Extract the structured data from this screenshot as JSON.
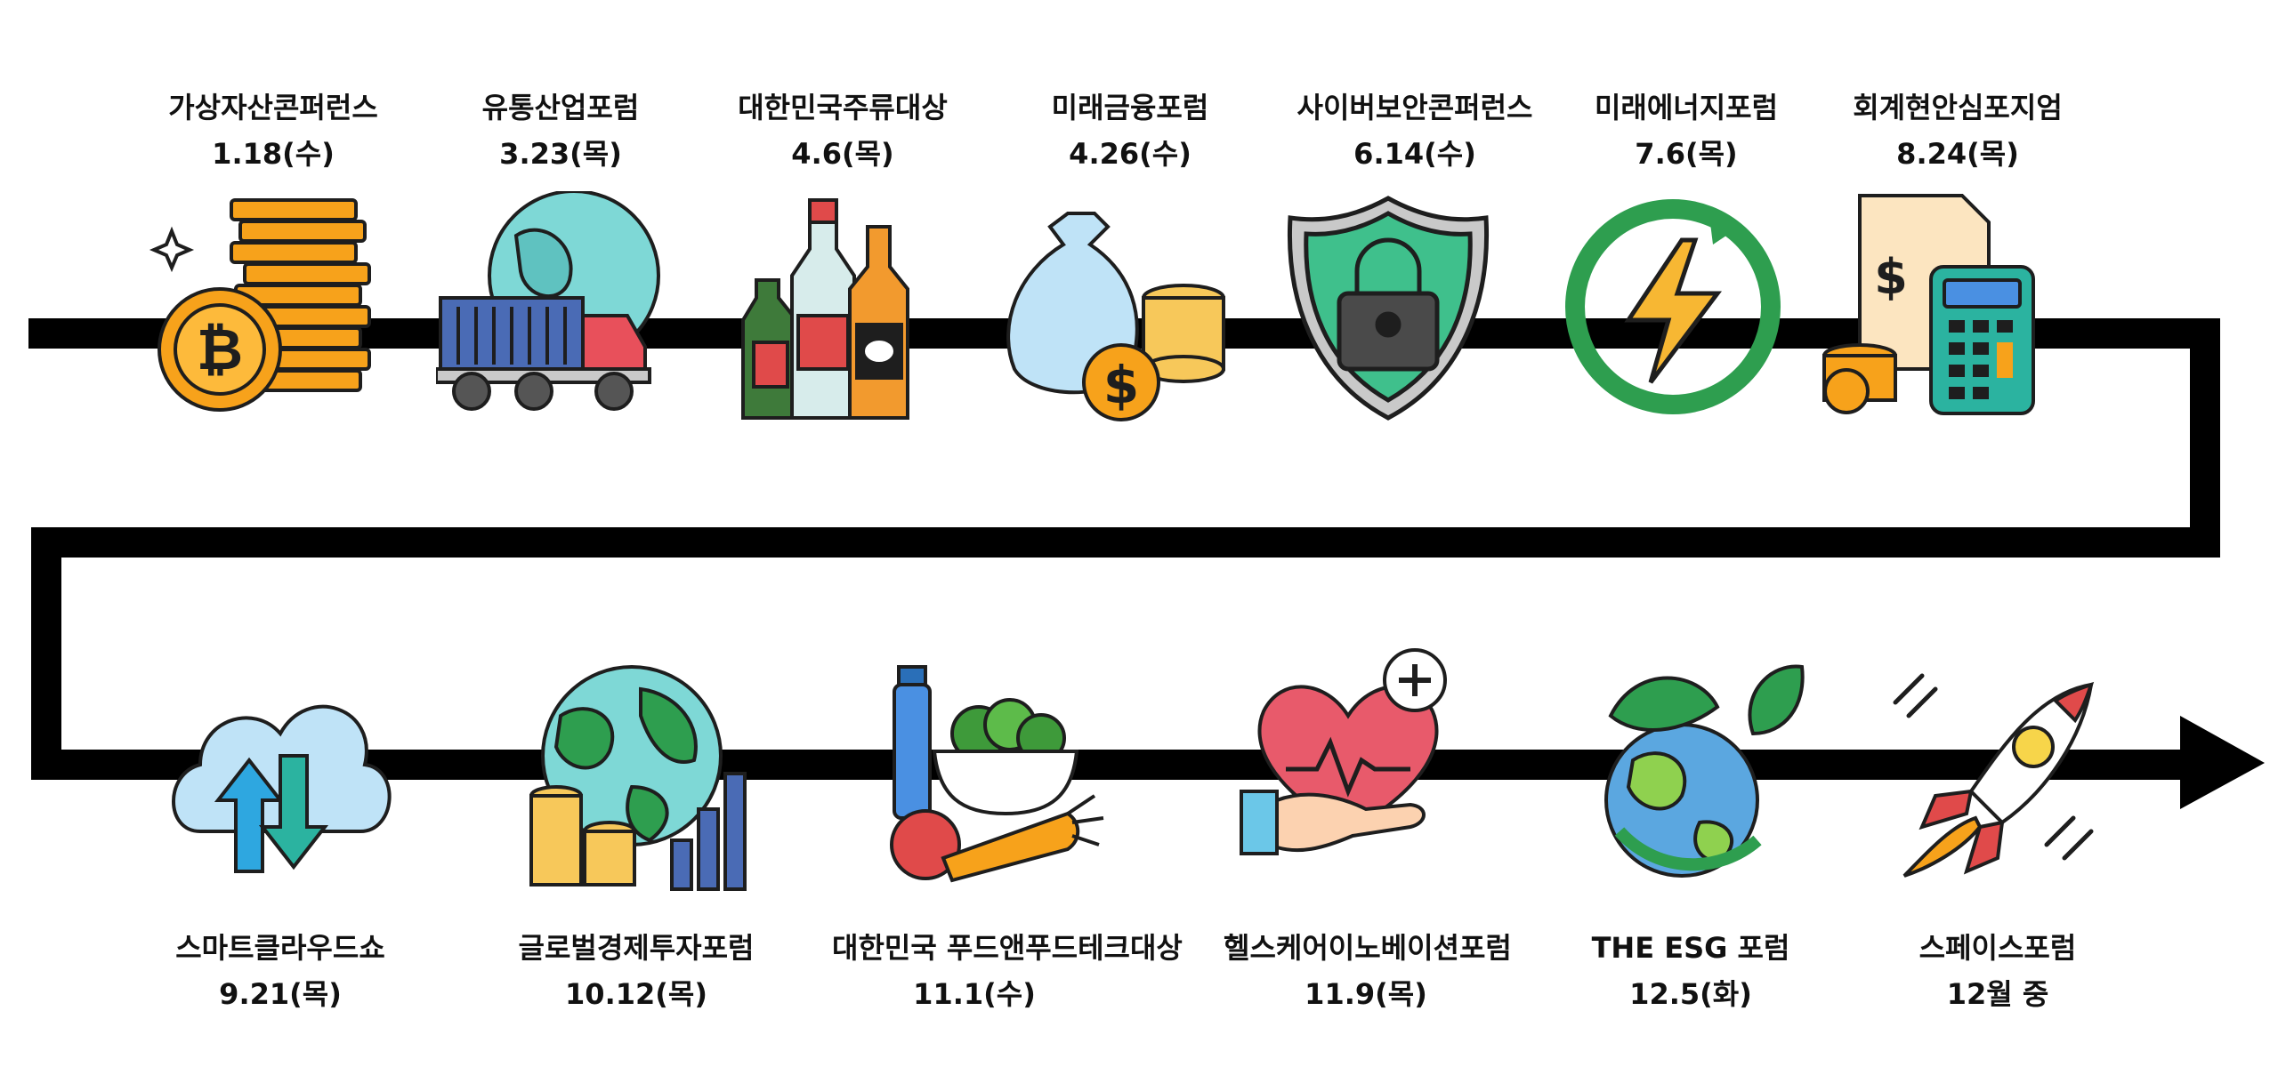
{
  "timeline": {
    "events_row1": [
      {
        "title": "가상자산콘퍼런스",
        "date": "1.18(수)",
        "icon": "bitcoin-coins-icon"
      },
      {
        "title": "유통산업포럼",
        "date": "3.23(목)",
        "icon": "truck-globe-icon"
      },
      {
        "title": "대한민국주류대상",
        "date": "4.6(목)",
        "icon": "liquor-bottles-icon"
      },
      {
        "title": "미래금융포럼",
        "date": "4.26(수)",
        "icon": "money-bag-icon"
      },
      {
        "title": "사이버보안콘퍼런스",
        "date": "6.14(수)",
        "icon": "shield-lock-icon"
      },
      {
        "title": "미래에너지포럼",
        "date": "7.6(목)",
        "icon": "energy-bolt-icon"
      },
      {
        "title": "회계현안심포지엄",
        "date": "8.24(목)",
        "icon": "calculator-invoice-icon"
      }
    ],
    "events_row2": [
      {
        "title": "스마트클라우드쇼",
        "date": "9.21(목)",
        "icon": "cloud-sync-icon"
      },
      {
        "title": "글로벌경제투자포럼",
        "date": "10.12(목)",
        "icon": "globe-growth-icon"
      },
      {
        "title": "대한민국 푸드앤푸드테크대상",
        "date": "11.1(수)",
        "icon": "food-basket-icon"
      },
      {
        "title": "헬스케어이노베이션포럼",
        "date": "11.9(목)",
        "icon": "heart-care-icon"
      },
      {
        "title": "THE ESG 포럼",
        "date": "12.5(화)",
        "icon": "eco-earth-icon"
      },
      {
        "title": "스페이스포럼",
        "date": "12월 중",
        "icon": "rocket-icon"
      }
    ],
    "colors": {
      "track": "#000000",
      "orange": "#F7A21B",
      "dark_outline": "#1E1E1E"
    }
  }
}
